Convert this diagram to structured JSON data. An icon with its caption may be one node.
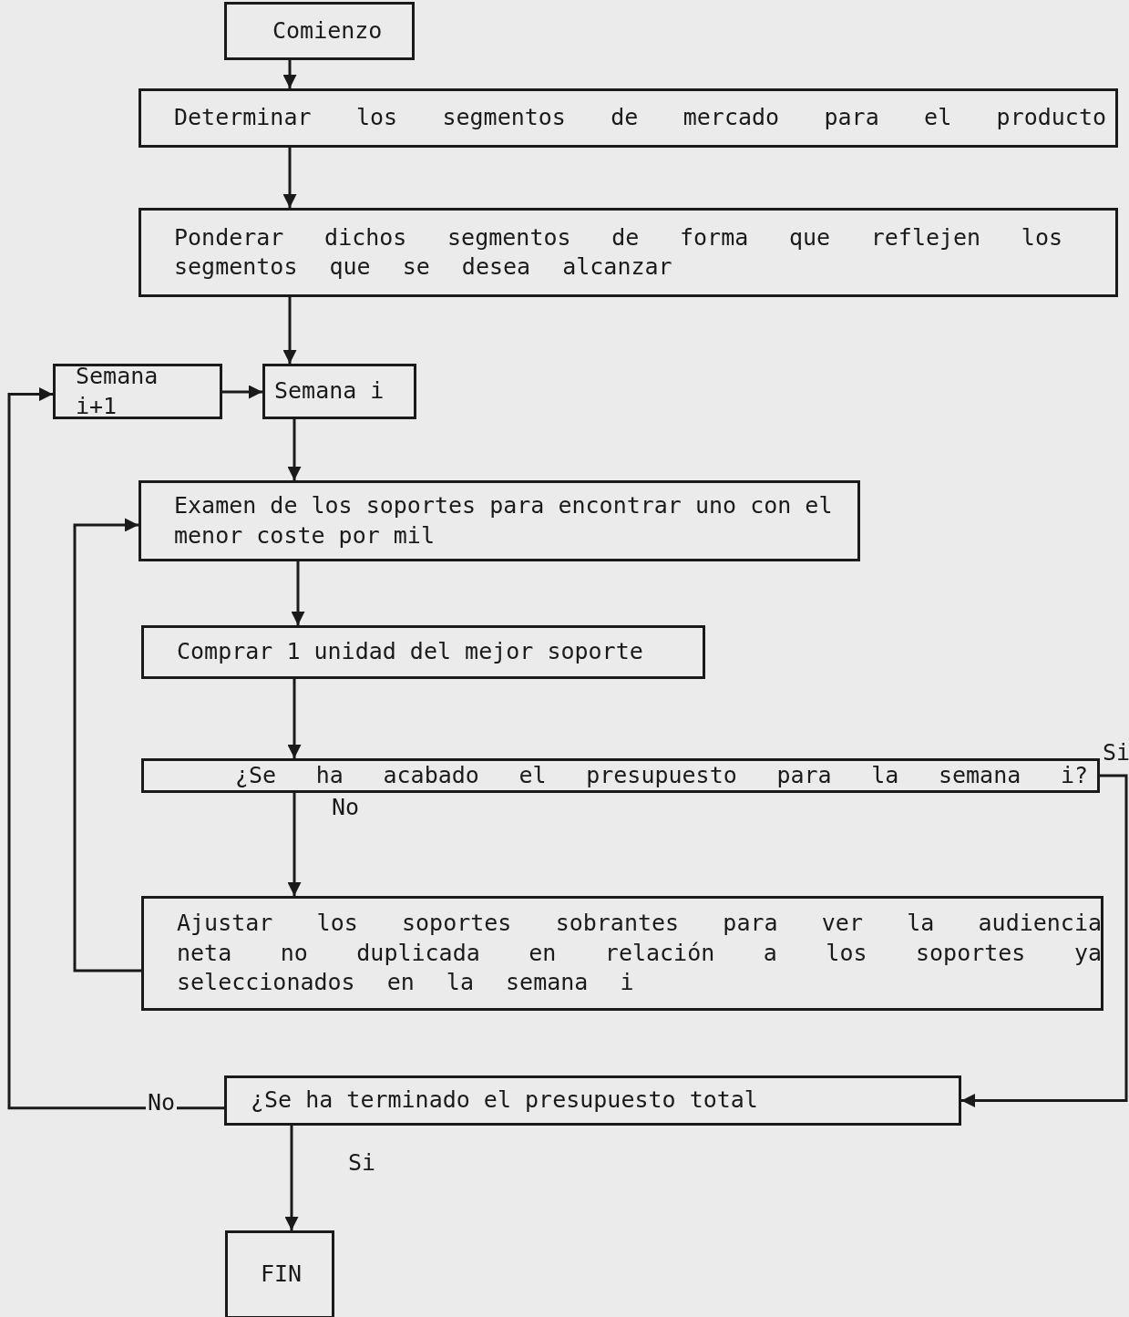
{
  "diagram": {
    "nodes": [
      {
        "text": [
          "Comienzo"
        ]
      },
      {
        "text": [
          "Determinar los segmentos de mercado para el producto"
        ]
      },
      {
        "text": [
          "Ponderar dichos segmentos de forma que reflejen los segmentos que se desea alcanzar"
        ]
      },
      {
        "text": [
          "Semana i+1"
        ]
      },
      {
        "text": [
          "Semana i"
        ]
      },
      {
        "text": [
          "Examen de los soportes para encontrar uno con el menor coste por mil"
        ]
      },
      {
        "text": [
          "Comprar 1 unidad del mejor soporte"
        ]
      },
      {
        "text": [
          "¿Se ha acabado el presupuesto para la semana i?"
        ]
      },
      {
        "text": [
          "Ajustar los soportes sobrantes para ver la audiencia neta no duplicada en relación a los soportes ya seleccionados en la semana i"
        ]
      },
      {
        "text": [
          "¿Se ha terminado el presupuesto total"
        ]
      },
      {
        "text": [
          "FIN"
        ]
      }
    ],
    "edges": [
      {
        "from": 0,
        "to": 1,
        "arrow": "to"
      },
      {
        "from": 1,
        "to": 2,
        "arrow": "to"
      },
      {
        "from": 2,
        "to": 4,
        "arrow": "to"
      },
      {
        "from": 3,
        "to": 4,
        "arrow": "to"
      },
      {
        "from": 4,
        "to": 5,
        "arrow": "to"
      },
      {
        "from": 5,
        "to": 6,
        "arrow": "to"
      },
      {
        "from": 6,
        "to": 7,
        "arrow": "to"
      },
      {
        "from": 7,
        "to": 8,
        "arrow": "to",
        "label": "No"
      },
      {
        "from": 7,
        "to": 9,
        "arrow": "to",
        "label": "Si"
      },
      {
        "from": 8,
        "to": 5,
        "arrow": "to"
      },
      {
        "from": 9,
        "to": 3,
        "arrow": "to",
        "label": "No"
      },
      {
        "from": 9,
        "to": 10,
        "arrow": "to",
        "label": "Si"
      }
    ]
  }
}
